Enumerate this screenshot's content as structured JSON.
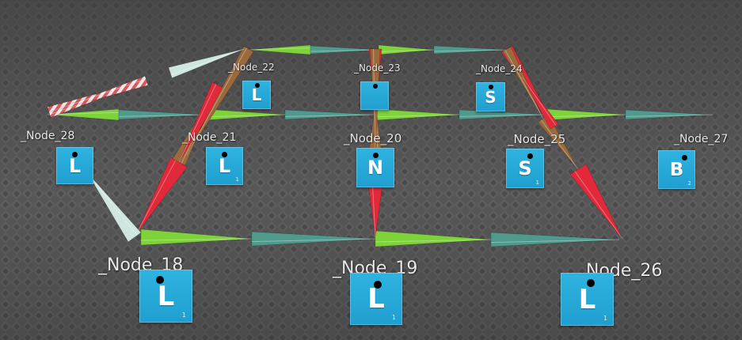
{
  "scene": {
    "ground_color": "#5b5b5b",
    "tile_color": "#27aad9",
    "arrow_colors": {
      "green": "#7ed23a",
      "teal": "#4f9a8a",
      "red": "#e2293a",
      "brown": "#9a6a3c",
      "white": "#cfe6e0",
      "striped": "#e07a7a"
    }
  },
  "nodes": [
    {
      "id": "n22",
      "label": "_Node_22",
      "letter": "L",
      "sub": ""
    },
    {
      "id": "n23",
      "label": "_Node_23",
      "letter": "",
      "sub": ""
    },
    {
      "id": "n24",
      "label": "_Node_24",
      "letter": "S",
      "sub": ""
    },
    {
      "id": "n28",
      "label": "_Node_28",
      "letter": "L",
      "sub": ""
    },
    {
      "id": "n21",
      "label": "_Node_21",
      "letter": "L",
      "sub": "1"
    },
    {
      "id": "n20",
      "label": "_Node_20",
      "letter": "N",
      "sub": ""
    },
    {
      "id": "n25",
      "label": "_Node_25",
      "letter": "S",
      "sub": "1"
    },
    {
      "id": "n27",
      "label": "_Node_27",
      "letter": "B",
      "sub": "2"
    },
    {
      "id": "n18",
      "label": "_Node_18",
      "letter": "L",
      "sub": "1"
    },
    {
      "id": "n19",
      "label": "_Node_19",
      "letter": "L",
      "sub": "1"
    },
    {
      "id": "n26",
      "label": "_Node_26",
      "letter": "L",
      "sub": "1"
    }
  ]
}
